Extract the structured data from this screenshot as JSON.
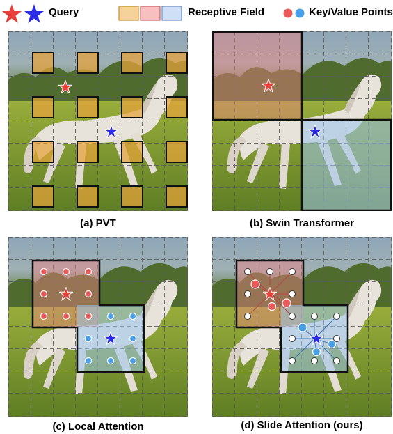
{
  "legend": {
    "query_label": "Query",
    "receptive_field_label": "Receptive Field",
    "key_value_label": "Key/Value Points",
    "colors": {
      "red": "#e8403a",
      "blue": "#2b2be6",
      "orange_field": "#e6a23a",
      "pink_field": "#f08080",
      "blue_field": "#a8c8f0",
      "red_point": "#e85a5a",
      "blue_point": "#4aa0e6"
    }
  },
  "panels": [
    {
      "id": "a",
      "caption": "(a) PVT"
    },
    {
      "id": "b",
      "caption": "(b) Swin Transformer"
    },
    {
      "id": "c",
      "caption": "(c) Local Attention"
    },
    {
      "id": "d",
      "caption": "(d) Slide Attention (ours)"
    }
  ]
}
